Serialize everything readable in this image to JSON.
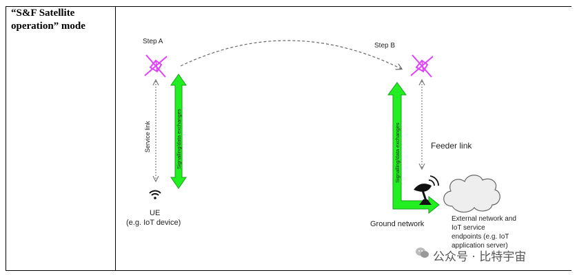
{
  "mode": {
    "title_line1": "“S&F Satellite",
    "title_line2": "operation” mode"
  },
  "diagram": {
    "step_a": "Step A",
    "step_b": "Step B",
    "service_link": "Service link",
    "signalling_a": "Signalling/data exchanges",
    "signalling_b": "Signalling/data exchanges",
    "feeder_link": "Feeder link",
    "ue_label": "UE",
    "ue_sublabel": "(e.g. IoT device)",
    "ground_network": "Ground network",
    "external_line1": "External network and",
    "external_line2": "IoT service",
    "external_line3": "endpoints (e.g. IoT",
    "external_line4": "application server)",
    "colors": {
      "satellite": "#e040fb",
      "arrow_fill": "#22ee22",
      "arrow_stroke": "#1a9e1a",
      "dashed": "#666666"
    }
  },
  "watermark": {
    "text": "公众号 · 比特宇宙"
  }
}
